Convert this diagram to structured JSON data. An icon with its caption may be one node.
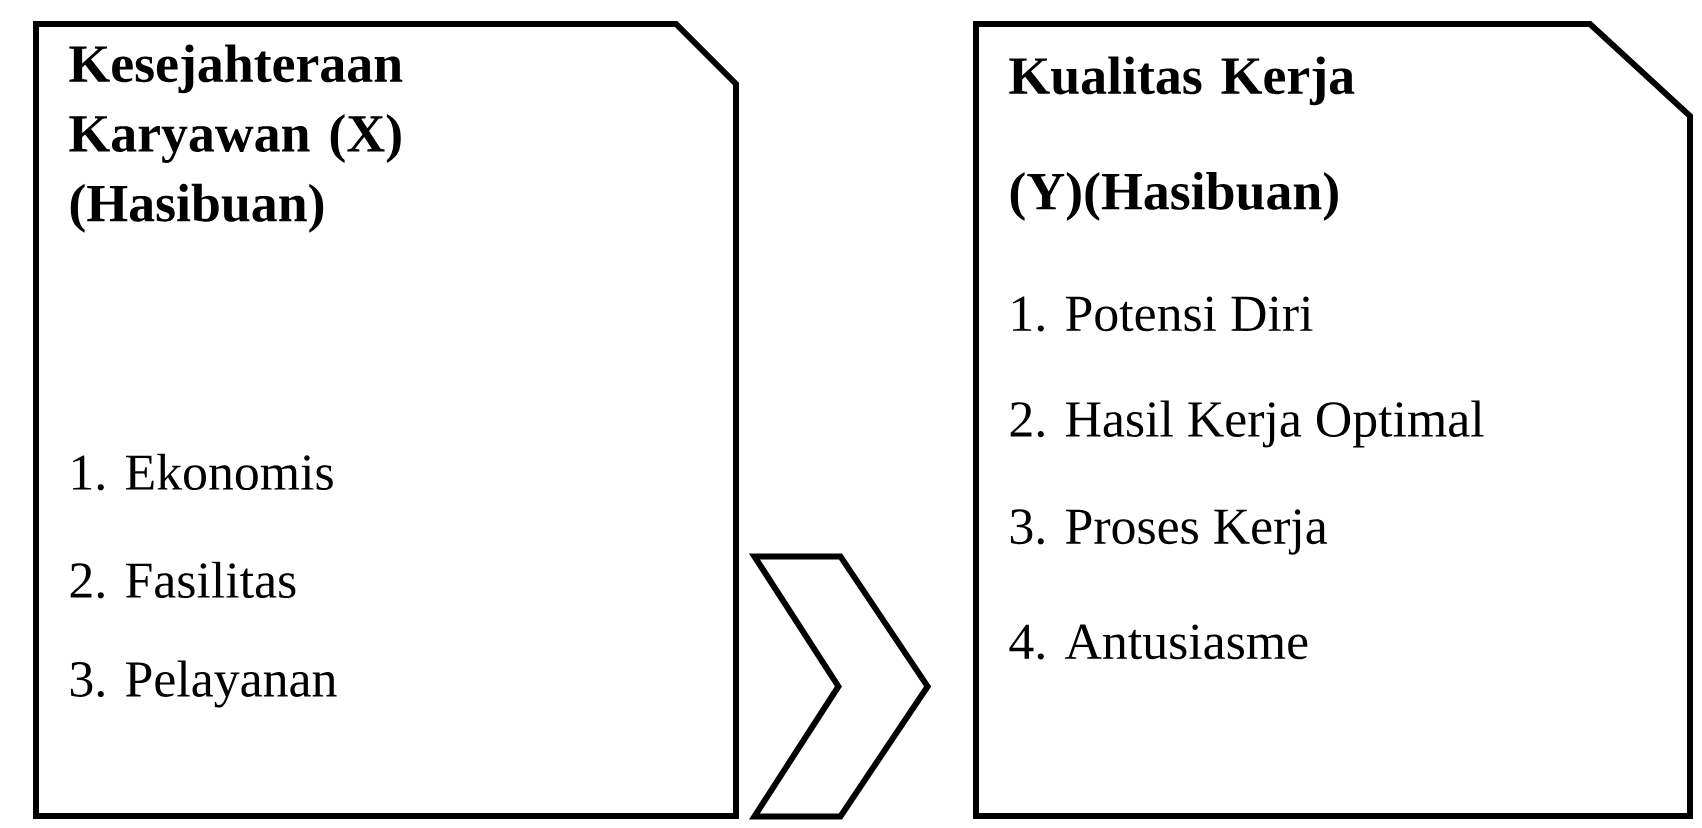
{
  "diagram": {
    "nodes": [
      {
        "text": [
          "Kesejahteraan Karyawan (X) (Hasibuan)",
          "1. Ekonomis",
          "2. Fasilitas",
          "3. Pelayanan"
        ]
      },
      {
        "text": [
          "Kualitas Kerja (Y)(Hasibuan)",
          "1. Potensi Diri",
          "2. Hasil Kerja Optimal",
          "3. Proses Kerja",
          "4. Antusiasme"
        ]
      }
    ],
    "edges": [
      {
        "from": 0,
        "to": 1,
        "arrow": "to"
      }
    ]
  }
}
